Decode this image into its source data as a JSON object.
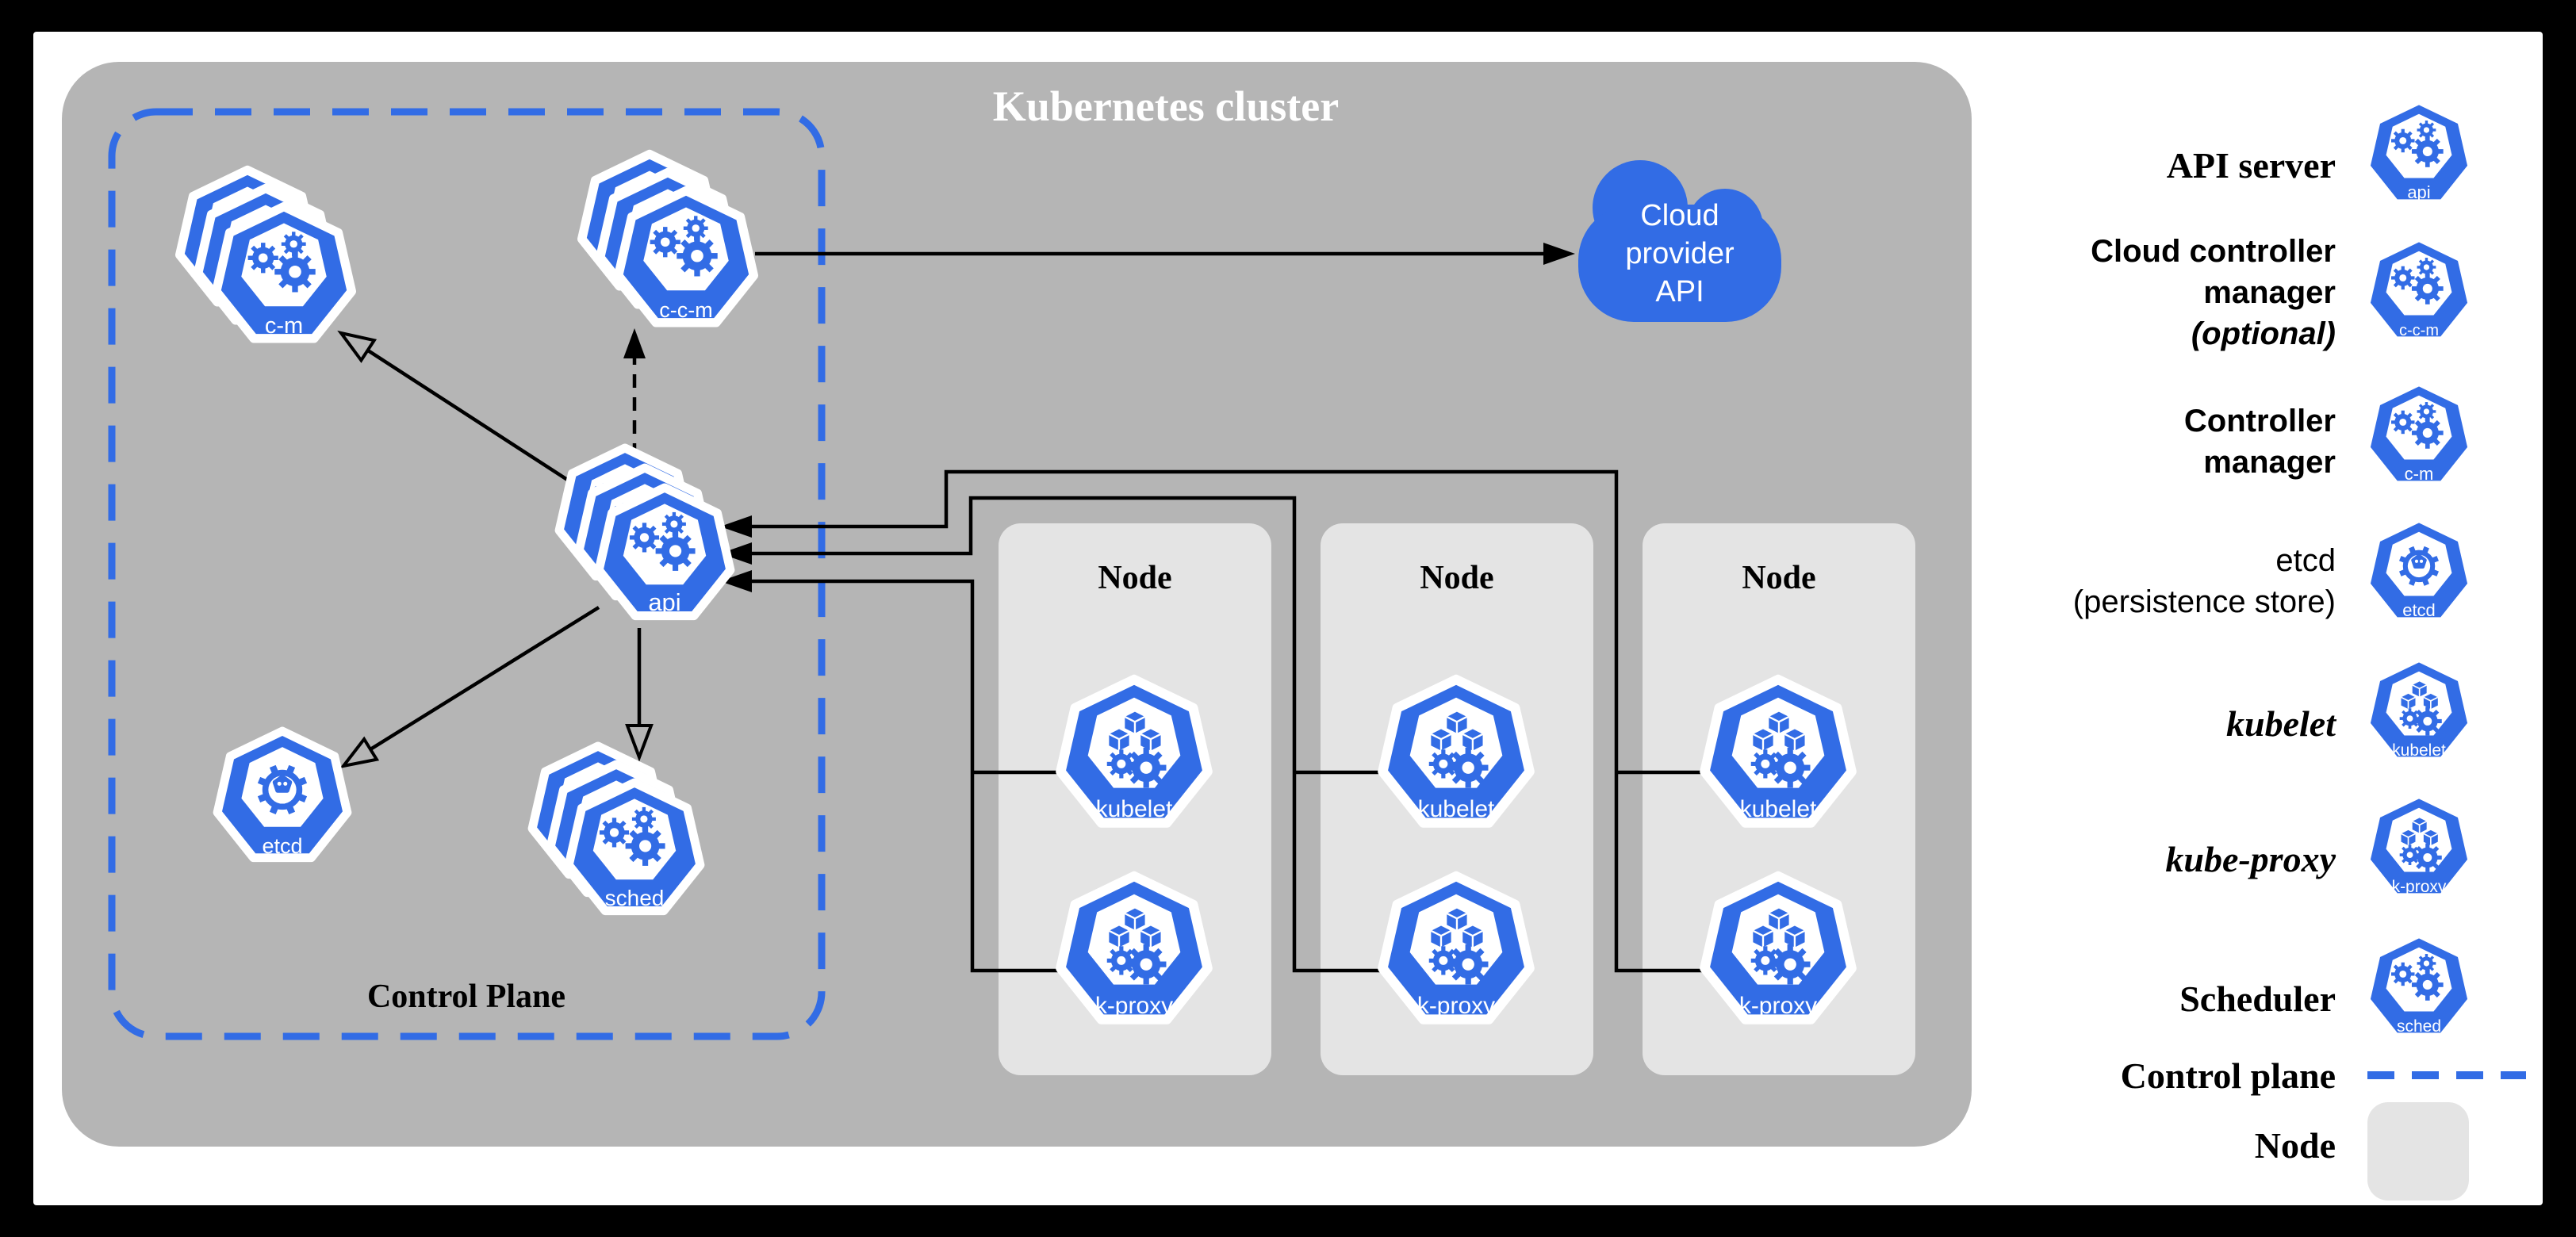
{
  "title": "Kubernetes cluster",
  "labels": {
    "control_plane": "Control Plane",
    "node": "Node"
  },
  "cloud": {
    "line1": "Cloud",
    "line2": "provider",
    "line3": "API"
  },
  "icons": {
    "api": "api",
    "ccm": "c-c-m",
    "cm": "c-m",
    "etcd": "etcd",
    "sched": "sched",
    "kubelet": "kubelet",
    "kproxy": "k-proxy"
  },
  "legend": {
    "api_server": "API server",
    "ccm1": "Cloud controller",
    "ccm2": "manager",
    "ccm3": "(optional)",
    "cm1": "Controller",
    "cm2": "manager",
    "etcd1": "etcd",
    "etcd2": "(persistence store)",
    "kubelet": "kubelet",
    "kube_proxy": "kube-proxy",
    "scheduler": "Scheduler",
    "control_plane": "Control plane",
    "node": "Node"
  },
  "colors": {
    "blue": "#326CE5",
    "cluster_bg": "#b5b5b5",
    "node_bg": "#e4e4e4",
    "line": "#000000",
    "card": "#ffffff"
  }
}
